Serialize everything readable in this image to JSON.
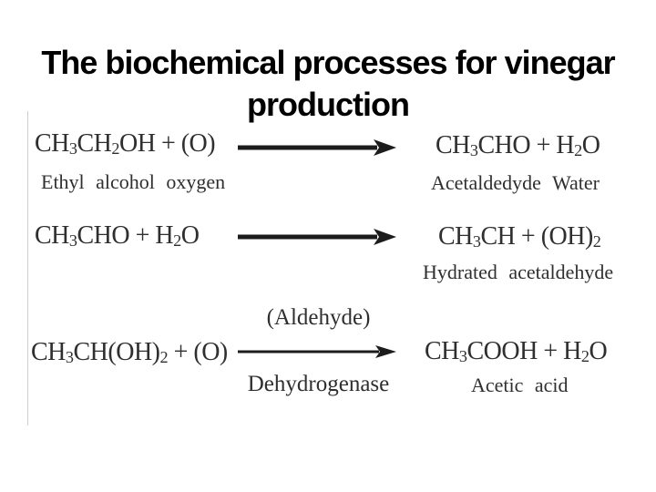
{
  "slide": {
    "title_line1": "The biochemical processes for vinegar",
    "title_line2": "production"
  },
  "diagram": {
    "reactions": [
      {
        "lhs_formula": "CH_3CH_2OH + (O)",
        "lhs_label": "Ethyl alcohol oxygen",
        "rhs_formula": "CH_3CHO + H_2O",
        "rhs_label": "Acetaldedyde Water"
      },
      {
        "lhs_formula": "CH_3CHO + H_2O",
        "rhs_formula": "CH_3CH + (OH)_2",
        "rhs_label": "Hydrated acetaldehyde"
      },
      {
        "lhs_formula": "CH_3CH(OH)_2 + (O)",
        "arrow_top_label": "(Aldehyde)",
        "arrow_bottom_label": "Dehydrogenase",
        "rhs_formula": "CH_3COOH + H_2O",
        "rhs_label": "Acetic acid"
      }
    ]
  },
  "colors": {
    "background": "#ffffff",
    "title_text": "#000000",
    "equation_text": "#2f2f2f",
    "arrow": "#1c1c1c"
  }
}
